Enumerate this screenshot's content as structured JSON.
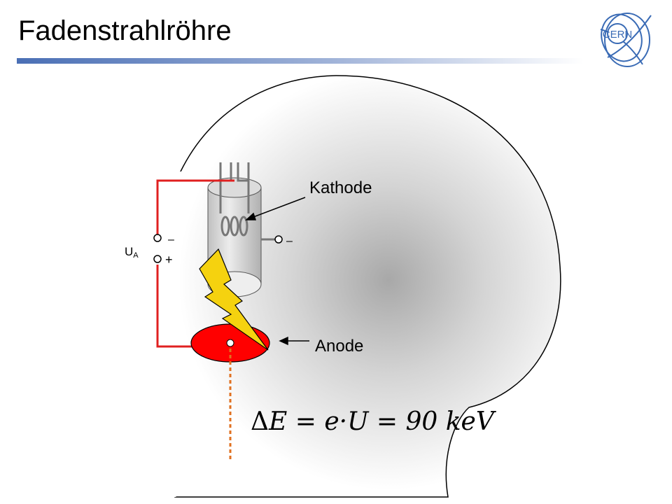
{
  "slide": {
    "title": "Fadenstrahlröhre"
  },
  "labels": {
    "kathode": "Kathode",
    "anode": "Anode",
    "voltage_main": "U",
    "voltage_sub": "A",
    "terminal_minus": "–",
    "terminal_plus": "+",
    "heater_minus": "–"
  },
  "formula": {
    "delta": "Δ",
    "text": "E = e·U = 90  keV"
  },
  "logo": {
    "text": "CERN"
  },
  "colors": {
    "title_bar": "#4a6fb5",
    "wire": "#e02020",
    "anode_fill": "#ff0000",
    "lightning": "#f5d20f",
    "beam": "#e07020",
    "logo_blue": "#3a6bb5"
  }
}
